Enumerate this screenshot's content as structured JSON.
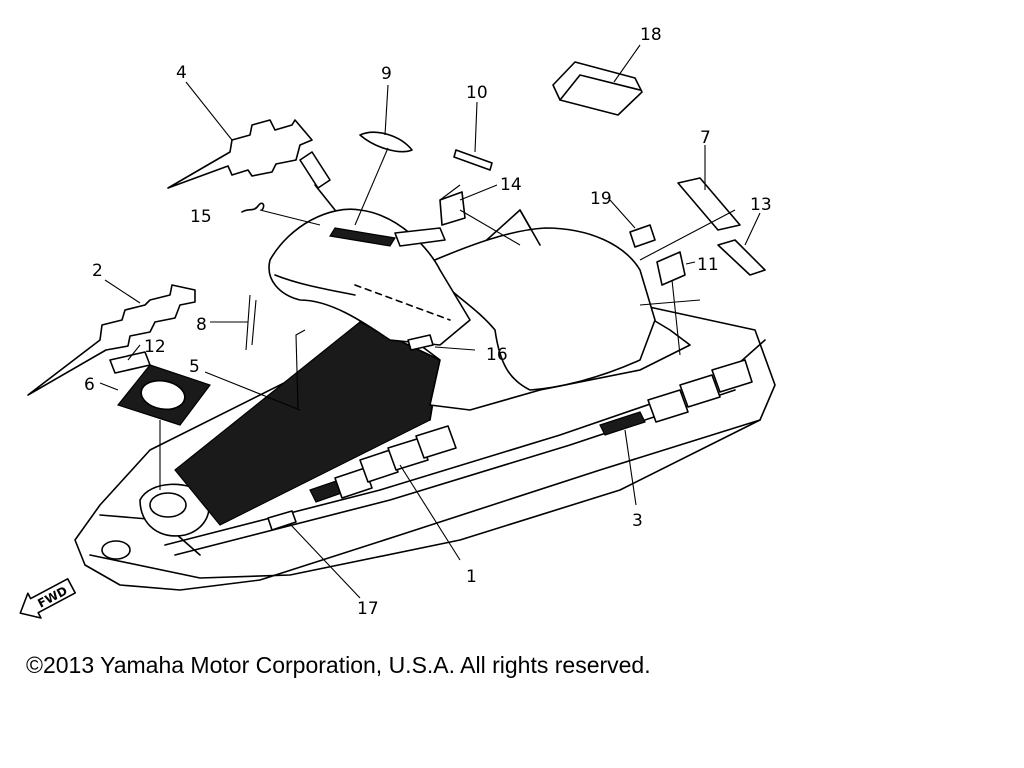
{
  "diagram": {
    "direction_label": "FWD",
    "callouts": [
      "1",
      "2",
      "3",
      "4",
      "5",
      "6",
      "7",
      "8",
      "9",
      "10",
      "11",
      "12",
      "13",
      "14",
      "15",
      "16",
      "17",
      "18",
      "19"
    ]
  },
  "footer": {
    "copyright": "©2013 Yamaha Motor Corporation, U.S.A. All rights reserved."
  }
}
